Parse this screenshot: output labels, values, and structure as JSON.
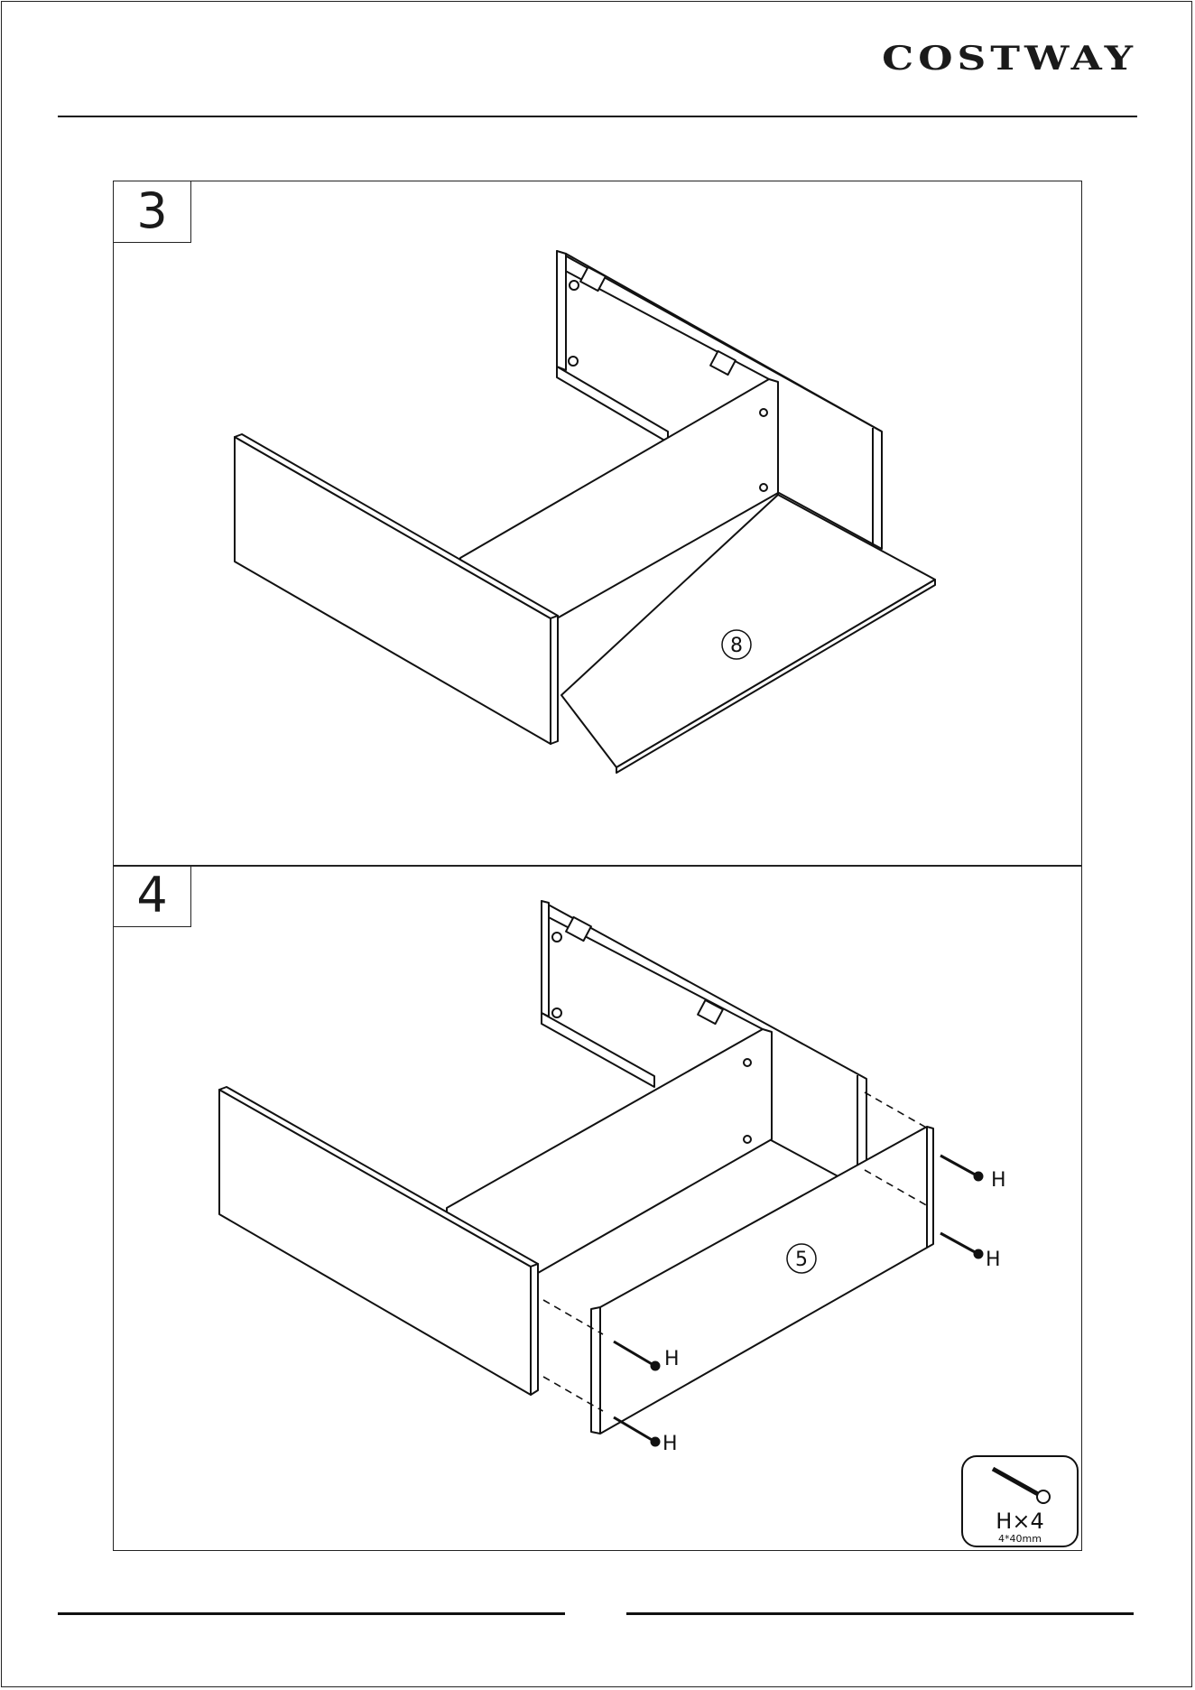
{
  "brand": "COSTWAY",
  "steps": [
    {
      "number": "3",
      "part_label": "8"
    },
    {
      "number": "4",
      "part_label": "5",
      "screw_label": "H"
    }
  ],
  "hardware": {
    "count_label": "H×4",
    "size_label": "4*40mm"
  }
}
